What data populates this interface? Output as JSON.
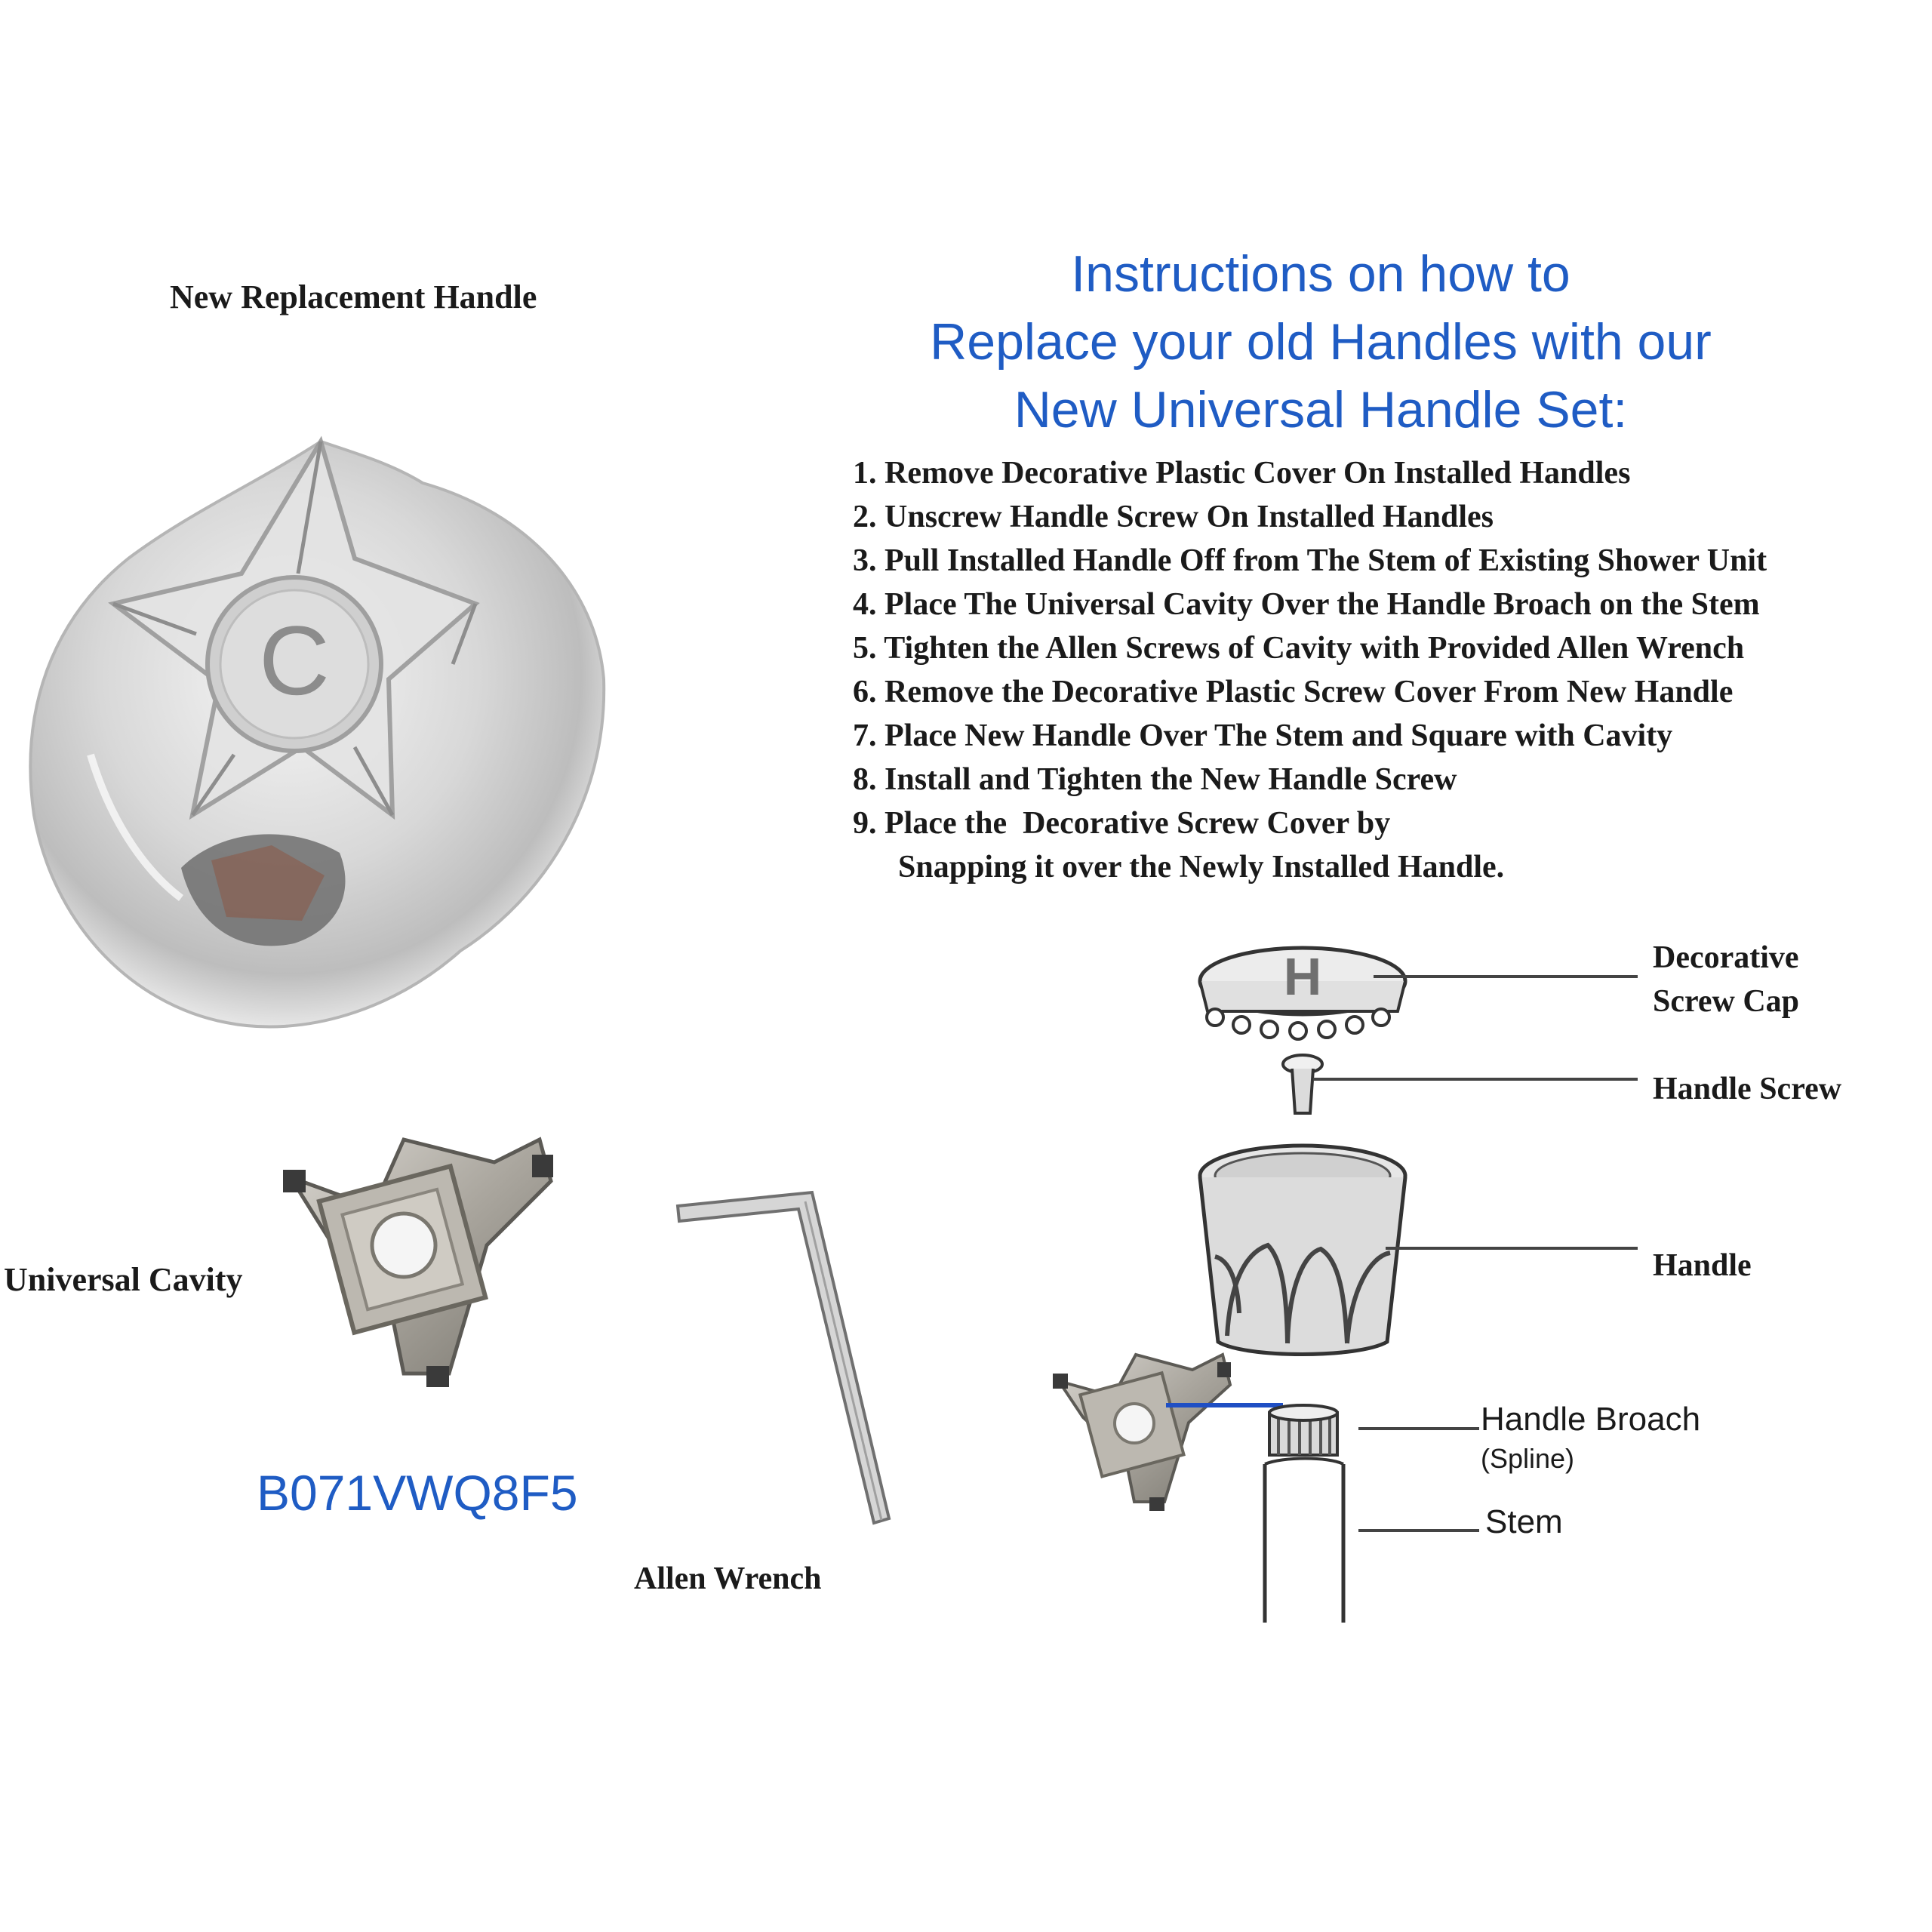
{
  "product": {
    "new_handle_label": "New Replacement Handle",
    "product_code": "B071VWQ8F5",
    "handle_emblem": "C"
  },
  "instructions": {
    "title_lines": [
      "Instructions on how to",
      "Replace your old Handles with our",
      "New Universal Handle Set:"
    ],
    "steps": [
      "1. Remove Decorative Plastic Cover On Installed Handles",
      "2. Unscrew Handle Screw On Installed Handles",
      "3. Pull Installed Handle Off from The Stem of Existing Shower Unit",
      "4. Place The Universal Cavity Over the Handle Broach on the Stem",
      "5. Tighten the Allen Screws of Cavity with Provided Allen Wrench",
      "6. Remove the Decorative Plastic Screw Cover From New Handle",
      "7. Place New Handle Over The Stem and Square with Cavity",
      "8. Install and Tighten the New Handle Screw",
      "9. Place the  Decorative Screw Cover by",
      "Snapping it over the Newly Installed Handle."
    ]
  },
  "components": {
    "universal_cavity": "Universal Cavity",
    "allen_wrench": "Allen Wrench"
  },
  "exploded_view": {
    "cap_line1": "Decorative",
    "cap_line2": "Screw Cap",
    "cap_emblem": "H",
    "screw": "Handle Screw",
    "handle": "Handle",
    "broach": "Handle Broach",
    "spline": "(Spline)",
    "stem": "Stem"
  },
  "colors": {
    "title_blue": "#1f5cc4",
    "text": "#1a1a1a"
  }
}
